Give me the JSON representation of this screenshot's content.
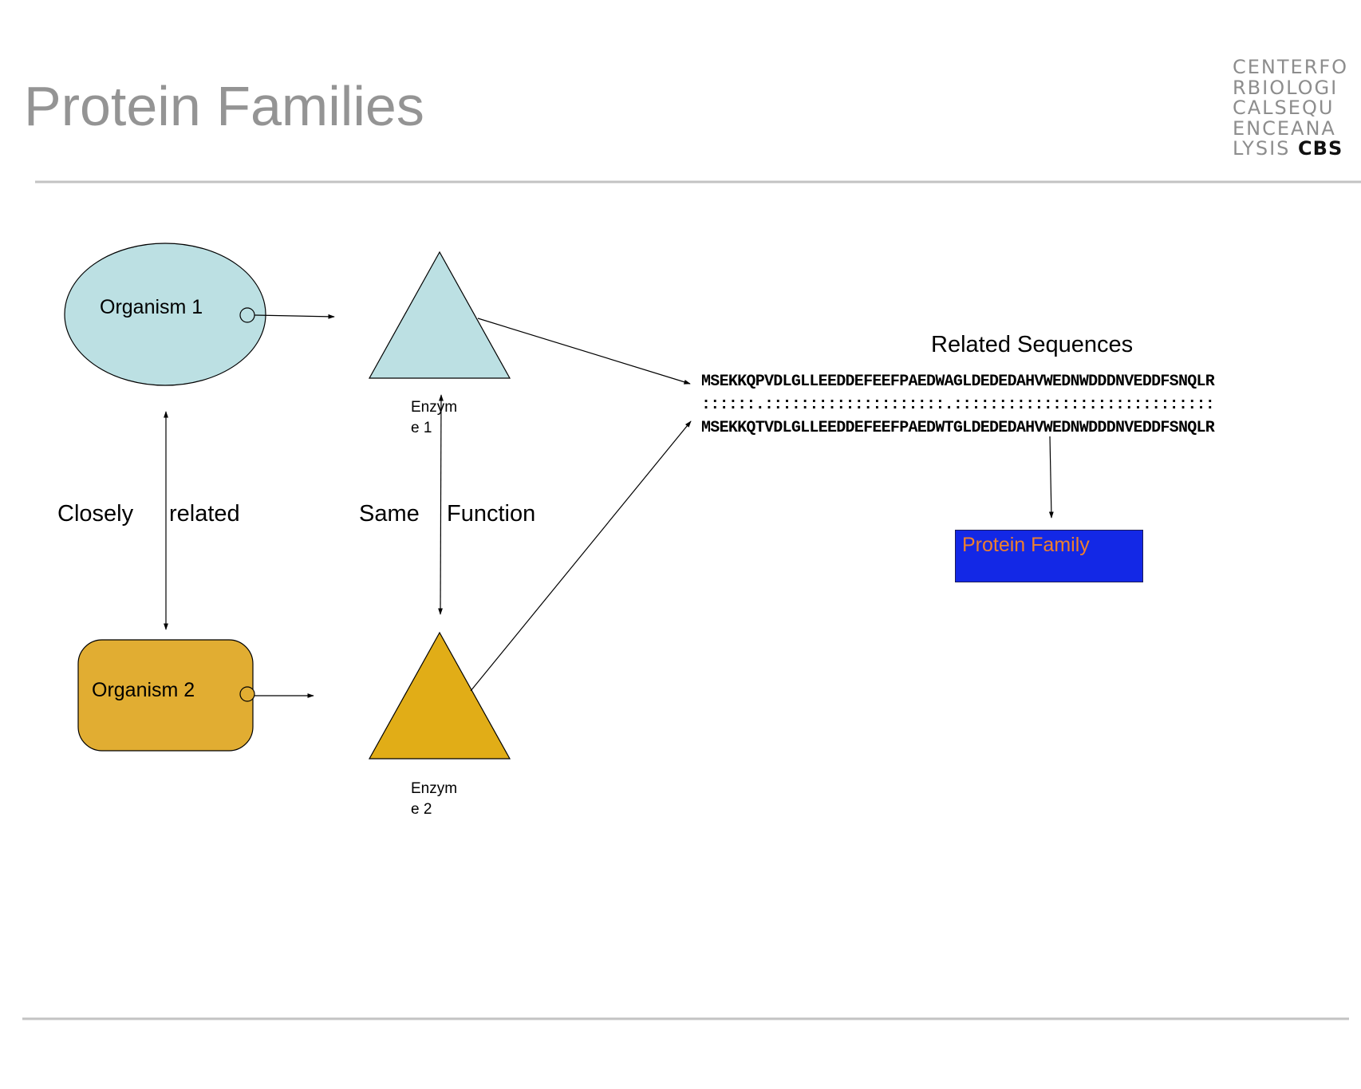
{
  "title": "Protein Families",
  "logo": {
    "lines": [
      "CENTERFO",
      "RBIOLOGI",
      "CALSEQU",
      "ENCEANA",
      "LYSIS"
    ],
    "mark": "CBS"
  },
  "organisms": [
    {
      "label": "Organism 1",
      "color": "#bce0e3"
    },
    {
      "label": "Organism 2",
      "color": "#e1ad32"
    }
  ],
  "enzymes": [
    {
      "label": "Enzym\ne 1",
      "color": "#bce0e3"
    },
    {
      "label": "Enzym\ne 2",
      "color": "#e1ad17"
    }
  ],
  "relations": {
    "closely": "Closely",
    "related": "related",
    "same": "Same",
    "function": "Function"
  },
  "sequences": {
    "heading": "Related Sequences",
    "seq1": "MSEKKQPVDLGLLEEDDEFEEFPAEDWAGLDEDEDAHVWEDNWDDDNVEDDFSNQLR",
    "match": "::::::.::::::::::::::::::::.:::::::::::::::::::::::::::::",
    "seq2": "MSEKKQTVDLGLLEEDDEFEEFPAEDWTGLDEDEDAHVWEDNWDDDNVEDDFSNQLR"
  },
  "family": {
    "label": "Protein Family",
    "box_color": "#1328e6",
    "text_color": "#ee7f2d"
  }
}
